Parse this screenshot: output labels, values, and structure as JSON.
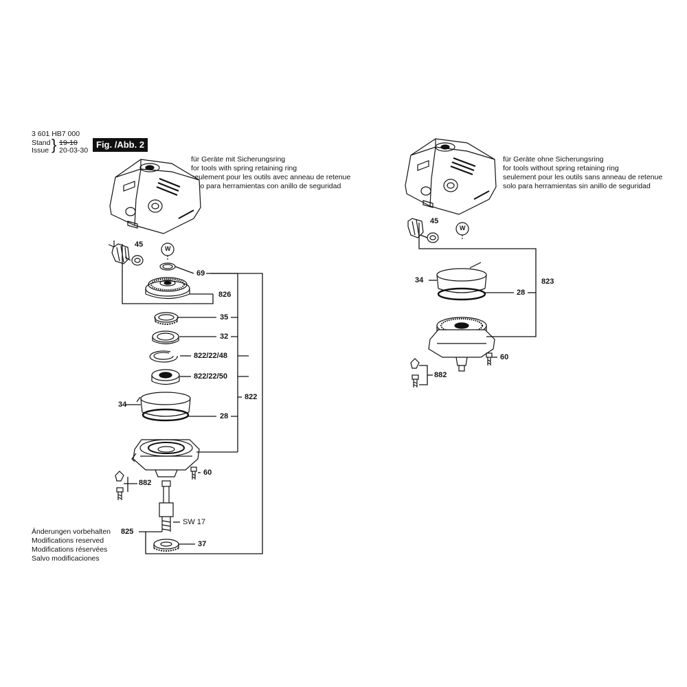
{
  "header": {
    "part_number": "3 601 HB7 000",
    "stand_label": "Stand",
    "issue_label": "Issue",
    "stand_value": "19-10",
    "issue_value": "20-03-30",
    "figure_label": "Fig. /Abb. 2"
  },
  "left_note": [
    "für Geräte mit Sicherungsring",
    "for tools with spring retaining ring",
    "seulement pour les outils avec anneau de retenue",
    "solo para herramientas con anillo de seguridad"
  ],
  "right_note": [
    "für Geräte ohne Sicherungsring",
    "for tools without spring retaining ring",
    "seulement pour les outils sans anneau de retenue",
    "solo para herramientas sin anillo de seguridad"
  ],
  "footer_note": [
    "Änderungen vorbehalten",
    "Modifications reserved",
    "Modifications réservées",
    "Salvo modificaciones"
  ],
  "left_labels": {
    "p45": "45",
    "p69": "69",
    "p826": "826",
    "p35": "35",
    "p32": "32",
    "p822_22_48": "822/22/48",
    "p822_22_50": "822/22/50",
    "p34": "34",
    "p28": "28",
    "p822": "822",
    "p60": "60",
    "p882": "882",
    "sw17": "SW 17",
    "p825": "825",
    "p37": "37",
    "w": "W"
  },
  "right_labels": {
    "p45": "45",
    "p34": "34",
    "p28": "28",
    "p823": "823",
    "p60": "60",
    "p882": "882",
    "w": "W"
  }
}
